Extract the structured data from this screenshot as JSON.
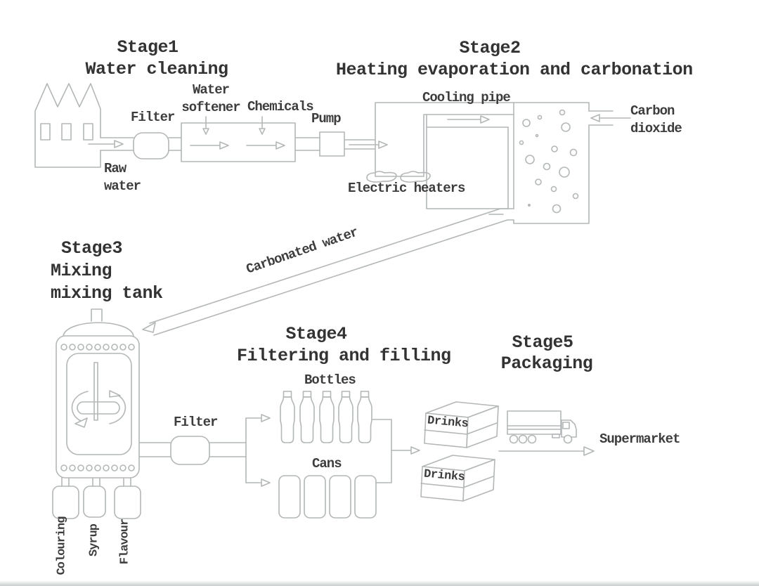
{
  "diagram": {
    "stage1": {
      "title": "Stage1",
      "subtitle": "Water cleaning"
    },
    "stage2": {
      "title": "Stage2",
      "subtitle": "Heating evaporation and carbonation"
    },
    "stage3": {
      "title": "Stage3",
      "subtitle_line1": "Mixing",
      "subtitle_line2": "mixing tank"
    },
    "stage4": {
      "title": "Stage4",
      "subtitle": "Filtering and filling"
    },
    "stage5": {
      "title": "Stage5",
      "subtitle": "Packaging"
    },
    "labels": {
      "raw_water_line1": "Raw",
      "raw_water_line2": "water",
      "filter_stage1": "Filter",
      "water_softener_line1": "Water",
      "water_softener_line2": "softener",
      "chemicals": "Chemicals",
      "pump": "Pump",
      "cooling_pipe": "Cooling pipe",
      "electric_heaters": "Electric heaters",
      "carbon_dioxide_line1": "Carbon",
      "carbon_dioxide_line2": "dioxide",
      "carbonated_water": "Carbonated water",
      "colouring": "Colouring",
      "syrup": "Syrup",
      "flavour": "Flavour",
      "filter_stage4": "Filter",
      "bottles": "Bottles",
      "cans": "Cans",
      "drinks_box_top": "Drinks",
      "drinks_box_bottom": "Drinks",
      "supermarket": "Supermarket"
    },
    "colors": {
      "line": "#b3b7b7",
      "text": "#3d3d3d",
      "background": "#ffffff"
    }
  }
}
